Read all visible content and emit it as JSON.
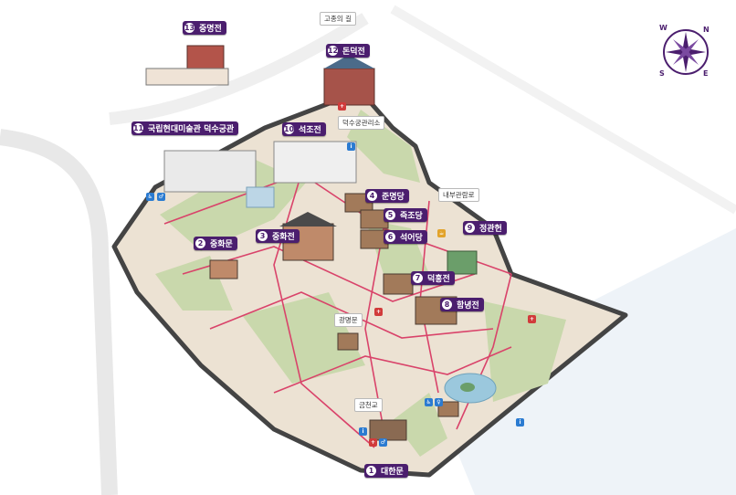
{
  "colors": {
    "label_bg": "#4b1e6e",
    "path": "#d9436a",
    "lawn": "#c9d8ac",
    "ground": "#efe3d6",
    "wall": "#3d3d3d"
  },
  "compass": {
    "n": "N",
    "s": "S",
    "e": "E",
    "w": "W",
    "icon": "compass-rose-icon"
  },
  "places": [
    {
      "num": "1",
      "name": "대한문"
    },
    {
      "num": "2",
      "name": "중화문"
    },
    {
      "num": "3",
      "name": "중화전"
    },
    {
      "num": "4",
      "name": "준명당"
    },
    {
      "num": "5",
      "name": "즉조당"
    },
    {
      "num": "6",
      "name": "석어당"
    },
    {
      "num": "7",
      "name": "덕홍전"
    },
    {
      "num": "8",
      "name": "함녕전"
    },
    {
      "num": "9",
      "name": "정관헌"
    },
    {
      "num": "10",
      "name": "석조전"
    },
    {
      "num": "11",
      "name": "국립현대미술관 덕수궁관"
    },
    {
      "num": "12",
      "name": "돈덕전"
    },
    {
      "num": "13",
      "name": "중명전"
    }
  ],
  "small_labels": {
    "gojong_road": "고종의 길",
    "deoksu_office": "덕수궁관리소",
    "internal_viewing_road": "내부관람로",
    "gwangmyeongmun": "광명문",
    "geumcheongyo": "금천교"
  },
  "icons": [
    "information-icon",
    "restroom-icon",
    "accessible-icon",
    "first-aid-icon",
    "cafe-icon"
  ]
}
